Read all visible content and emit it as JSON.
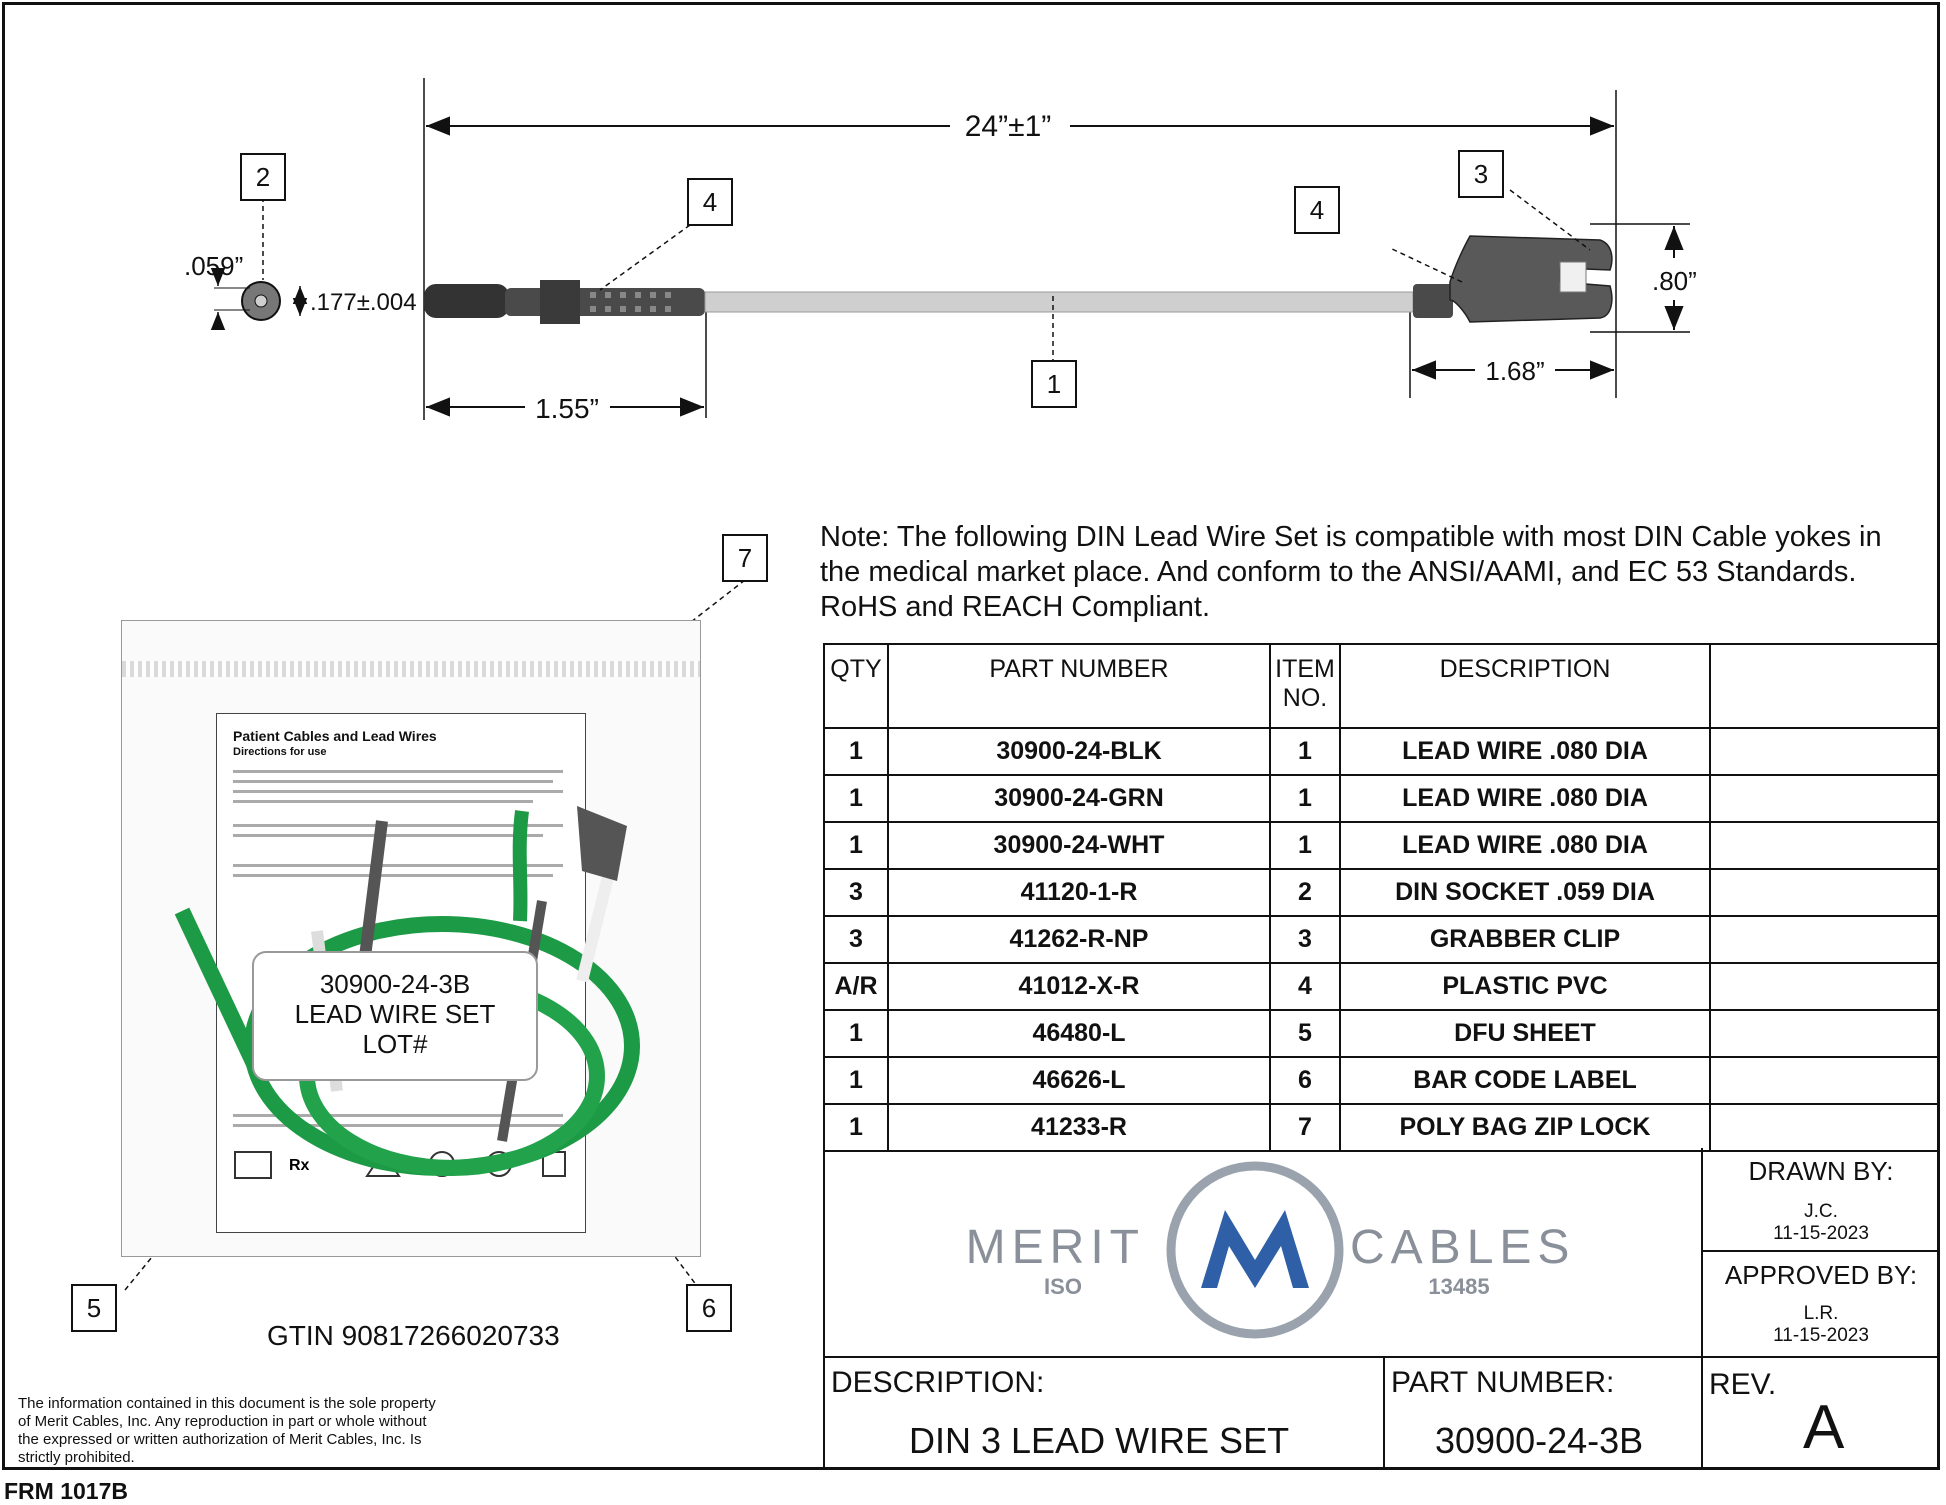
{
  "dimensions": {
    "overall_length": "24”±1”",
    "socket_hole": ".059”",
    "socket_dia": ".177±.004",
    "plug_length": "1.55”",
    "clip_length": "1.68”",
    "clip_height": ".80”"
  },
  "callouts": {
    "c1": "1",
    "c2": "2",
    "c3": "3",
    "c4a": "4",
    "c4b": "4",
    "c5": "5",
    "c6": "6",
    "c7": "7"
  },
  "package": {
    "dfu_title": "Patient Cables and Lead Wires",
    "dfu_subtitle": "Directions for use",
    "label_line1": "30900-24-3B",
    "label_line2": "LEAD WIRE SET",
    "label_line3": "LOT#",
    "gtin": "GTIN 90817266020733"
  },
  "note": "Note: The following DIN Lead Wire Set is compatible with most DIN Cable yokes in the medical market place. And conform to the ANSI/AAMI, and EC 53 Standards. RoHS and REACH Compliant.",
  "bom": {
    "headers": {
      "qty": "QTY",
      "part": "PART NUMBER",
      "item1": "ITEM",
      "item2": "NO.",
      "desc": "DESCRIPTION"
    },
    "rows": [
      {
        "qty": "1",
        "part": "30900-24-BLK",
        "item": "1",
        "desc": "LEAD WIRE .080 DIA"
      },
      {
        "qty": "1",
        "part": "30900-24-GRN",
        "item": "1",
        "desc": "LEAD WIRE .080 DIA"
      },
      {
        "qty": "1",
        "part": "30900-24-WHT",
        "item": "1",
        "desc": "LEAD WIRE .080 DIA"
      },
      {
        "qty": "3",
        "part": "41120-1-R",
        "item": "2",
        "desc": "DIN SOCKET .059 DIA"
      },
      {
        "qty": "3",
        "part": "41262-R-NP",
        "item": "3",
        "desc": "GRABBER CLIP"
      },
      {
        "qty": "A/R",
        "part": "41012-X-R",
        "item": "4",
        "desc": "PLASTIC PVC"
      },
      {
        "qty": "1",
        "part": "46480-L",
        "item": "5",
        "desc": "DFU SHEET"
      },
      {
        "qty": "1",
        "part": "46626-L",
        "item": "6",
        "desc": "BAR CODE LABEL"
      },
      {
        "qty": "1",
        "part": "41233-R",
        "item": "7",
        "desc": "POLY BAG ZIP LOCK"
      }
    ]
  },
  "logo": {
    "left": "MERIT",
    "right": "CABLES",
    "iso": "ISO",
    "iso_num": "13485",
    "accent": "#2f5fa6",
    "ring": "#9aa3ad"
  },
  "title_block": {
    "drawn_by_label": "DRAWN BY:",
    "drawn_by": "J.C.",
    "drawn_date": "11-15-2023",
    "approved_by_label": "APPROVED BY:",
    "approved_by": "L.R.",
    "approved_date": "11-15-2023",
    "description_label": "DESCRIPTION:",
    "description": "DIN 3 LEAD WIRE SET",
    "part_number_label": "PART NUMBER:",
    "part_number": "30900-24-3B",
    "rev_label": "REV.",
    "rev": "A"
  },
  "legal": "The information contained in this document is the sole property of Merit Cables, Inc. Any reproduction in part or whole without the expressed or written authorization of Merit Cables, Inc. Is strictly prohibited.",
  "form_id": "FRM 1017B"
}
